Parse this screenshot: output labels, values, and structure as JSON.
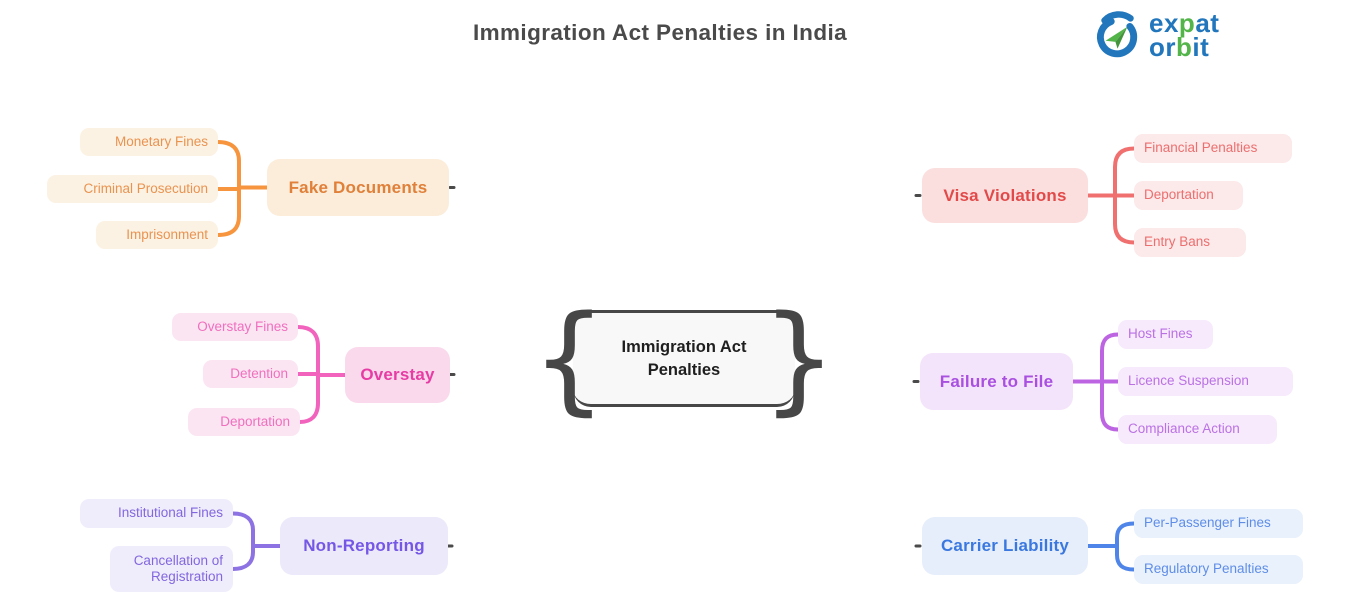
{
  "title": {
    "text": "Immigration Act Penalties in India",
    "color": "#4A4A4A"
  },
  "logo": {
    "icon_name": "orbit-arrow-icon",
    "blue": "#2176BC",
    "green": "#53B44A",
    "word1_a": "ex",
    "word1_b": "p",
    "word1_c": "at",
    "word2_a": "or",
    "word2_b": "b",
    "word2_c": "it"
  },
  "central": {
    "line1": "Immigration Act",
    "line2": "Penalties",
    "bg": "#F8F8F8",
    "border": "#474747",
    "text": "#1F1F1F"
  },
  "branches": [
    {
      "label": "Fake Documents",
      "side": "left",
      "children": [
        "Monetary Fines",
        "Criminal Prosecution",
        "Imprisonment"
      ],
      "colors": {
        "line": "#F6953E",
        "parent_bg": "#FBEDDA",
        "parent_text": "#E08039",
        "child_bg": "#FCF2E3",
        "child_text": "#E99350"
      }
    },
    {
      "label": "Overstay",
      "side": "left",
      "children": [
        "Overstay Fines",
        "Detention",
        "Deportation"
      ],
      "colors": {
        "line": "#F263BE",
        "parent_bg": "#FAD9EC",
        "parent_text": "#E63CA4",
        "child_bg": "#FBE5F2",
        "child_text": "#F06FBE"
      }
    },
    {
      "label": "Non-Reporting",
      "side": "left",
      "children": [
        "Institutional Fines",
        "Cancellation of Registration"
      ],
      "colors": {
        "line": "#8C72E2",
        "parent_bg": "#ECE9FA",
        "parent_text": "#7557E6",
        "child_bg": "#EFEDFB",
        "child_text": "#8266DF"
      }
    },
    {
      "label": "Visa Violations",
      "side": "right",
      "children": [
        "Financial Penalties",
        "Deportation",
        "Entry Bans"
      ],
      "colors": {
        "line": "#F06F6F",
        "parent_bg": "#FBDFDF",
        "parent_text": "#E24A4A",
        "child_bg": "#FCE9E9",
        "child_text": "#EC6F6F"
      }
    },
    {
      "label": "Failure to File",
      "side": "right",
      "children": [
        "Host Fines",
        "Licence Suspension",
        "Compliance Action"
      ],
      "colors": {
        "line": "#BD64E2",
        "parent_bg": "#F4E4FB",
        "parent_text": "#A950E0",
        "child_bg": "#F6EAFC",
        "child_text": "#BB71E4"
      }
    },
    {
      "label": "Carrier Liability",
      "side": "right",
      "children": [
        "Per-Passenger Fines",
        "Regulatory Penalties"
      ],
      "colors": {
        "line": "#4F85E8",
        "parent_bg": "#E6EEFB",
        "parent_text": "#3A78E0",
        "child_bg": "#E9F1FC",
        "child_text": "#5E8DE8"
      }
    }
  ]
}
